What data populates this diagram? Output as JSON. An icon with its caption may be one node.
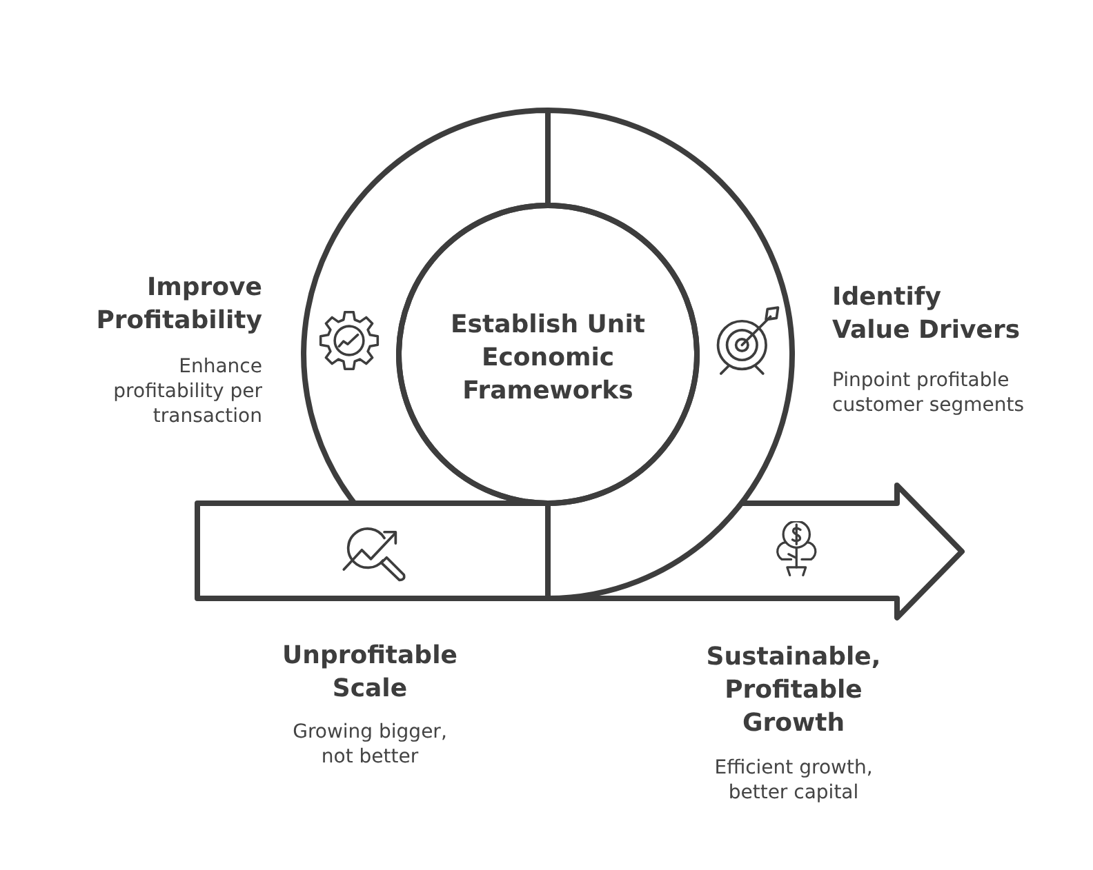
{
  "diagram": {
    "nodes": [
      {
        "text": [
          "Establish Unit Economic Frameworks"
        ]
      },
      {
        "text": [
          "Improve Profitability",
          "Enhance profitability per transaction"
        ]
      },
      {
        "text": [
          "Identify Value Drivers",
          "Pinpoint profitable customer segments"
        ]
      },
      {
        "text": [
          "Unprofitable Scale",
          "Growing bigger, not better"
        ]
      },
      {
        "text": [
          "Sustainable, Profitable Growth",
          "Efficient growth, better capital"
        ]
      }
    ]
  }
}
